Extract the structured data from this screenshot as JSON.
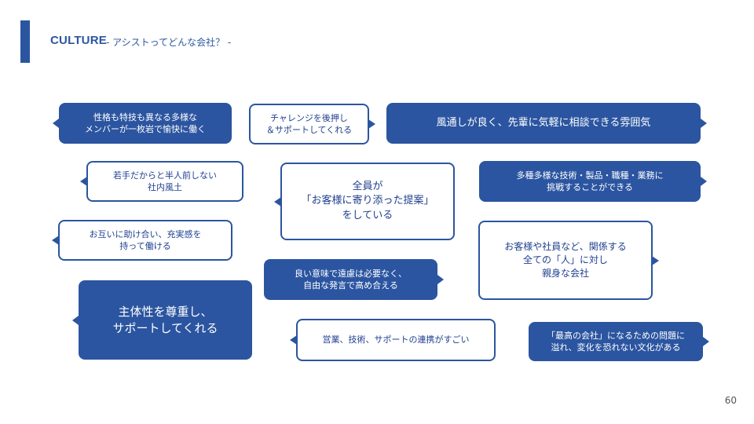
{
  "header": {
    "title": "CULTURE",
    "subtitle": "- アシストってどんな会社？ -"
  },
  "bubbles": [
    {
      "text": "性格も特技も異なる多様な\nメンバーが一枚岩で愉快に働く"
    },
    {
      "text": "チャレンジを後押し\n＆サポートしてくれる"
    },
    {
      "text": "風通しが良く、先輩に気軽に相談できる雰囲気"
    },
    {
      "text": "若手だからと半人前しない\n社内風土"
    },
    {
      "text": "全員が\n「お客様に寄り添った提案」\nをしている"
    },
    {
      "text": "多種多様な技術・製品・職種・業務に\n挑戦することができる"
    },
    {
      "text": "お互いに助け合い、充実感を\n持って働ける"
    },
    {
      "text": "お客様や社員など、関係する\n全ての「人」に対し\n親身な会社"
    },
    {
      "text": "良い意味で遠慮は必要なく、\n自由な発言で高め合える"
    },
    {
      "text": "主体性を尊重し、\nサポートしてくれる"
    },
    {
      "text": "営業、技術、サポートの連携がすごい"
    },
    {
      "text": "「最高の会社」になるための問題に\n溢れ、変化を恐れない文化がある"
    }
  ],
  "page_number": "60",
  "colors": {
    "primary": "#2b55a0",
    "background": "#ffffff"
  }
}
